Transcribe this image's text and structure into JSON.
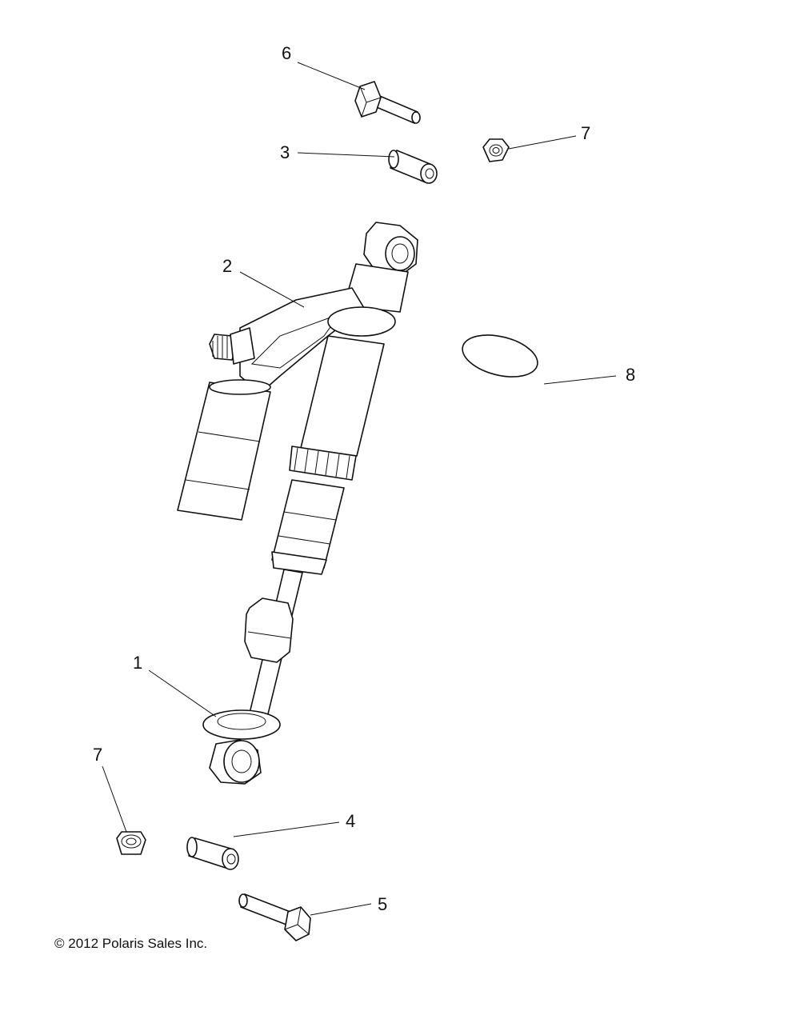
{
  "callouts": {
    "c1": "1",
    "c2": "2",
    "c3": "3",
    "c4": "4",
    "c5": "5",
    "c6": "6",
    "c7a": "7",
    "c7b": "7",
    "c8": "8"
  },
  "copyright": "© 2012 Polaris Sales Inc."
}
